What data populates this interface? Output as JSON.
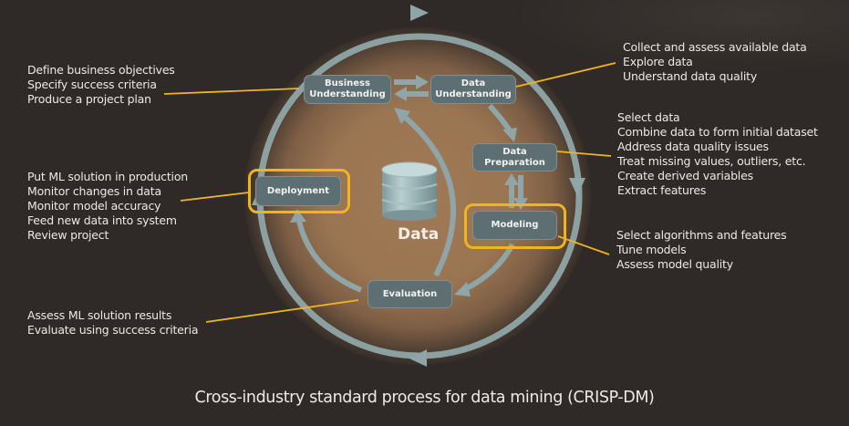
{
  "title": "Cross-industry standard process for data mining (CRISP-DM)",
  "center_label": "Data",
  "colors": {
    "background": "#2f2a27",
    "phase_box": "#5d6f73",
    "arrow": "#8fa5a8",
    "highlight": "#f0b41c",
    "leader_line": "#f0b41c",
    "text": "#ece8e3"
  },
  "phases": {
    "business_understanding": "Business\nUnderstanding",
    "data_understanding": "Data\nUnderstanding",
    "data_preparation": "Data\nPreparation",
    "modeling": "Modeling",
    "evaluation": "Evaluation",
    "deployment": "Deployment"
  },
  "highlighted_phases": [
    "Deployment",
    "Modeling"
  ],
  "notes": {
    "business_understanding": [
      "Define business objectives",
      "Specify success criteria",
      "Produce a project plan"
    ],
    "data_understanding": [
      "Collect and assess available data",
      "Explore data",
      "Understand data quality"
    ],
    "data_preparation": [
      "Select data",
      "Combine data to form initial dataset",
      "Address data quality issues",
      "Treat missing values, outliers, etc.",
      "Create derived variables",
      "Extract features"
    ],
    "modeling": [
      "Select algorithms and features",
      "Tune models",
      "Assess model quality"
    ],
    "deployment": [
      "Put ML solution in production",
      "Monitor changes in data",
      "Monitor model accuracy",
      "Feed new data into system",
      "Review project"
    ],
    "evaluation": [
      "Assess ML solution results",
      "Evaluate using success criteria"
    ]
  }
}
